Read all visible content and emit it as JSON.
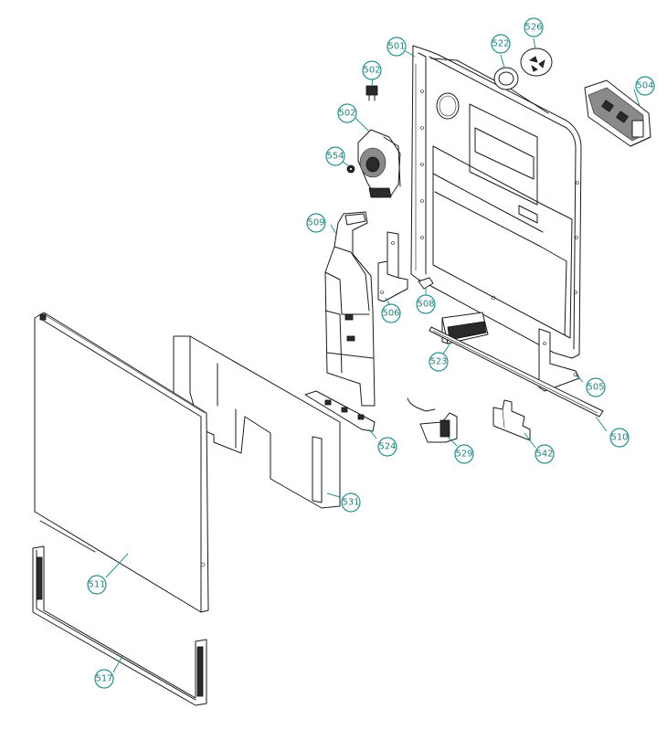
{
  "callouts": [
    {
      "label": "501"
    },
    {
      "label": "502"
    },
    {
      "label": "502"
    },
    {
      "label": "504"
    },
    {
      "label": "505"
    },
    {
      "label": "506"
    },
    {
      "label": "508"
    },
    {
      "label": "509"
    },
    {
      "label": "510"
    },
    {
      "label": "511"
    },
    {
      "label": "517"
    },
    {
      "label": "522"
    },
    {
      "label": "523"
    },
    {
      "label": "524"
    },
    {
      "label": "526"
    },
    {
      "label": "529"
    },
    {
      "label": "531"
    },
    {
      "label": "542"
    },
    {
      "label": "554"
    }
  ],
  "colors": {
    "line": "#1a1a1a",
    "callout": "#2a8c8c",
    "background": "#ffffff"
  }
}
